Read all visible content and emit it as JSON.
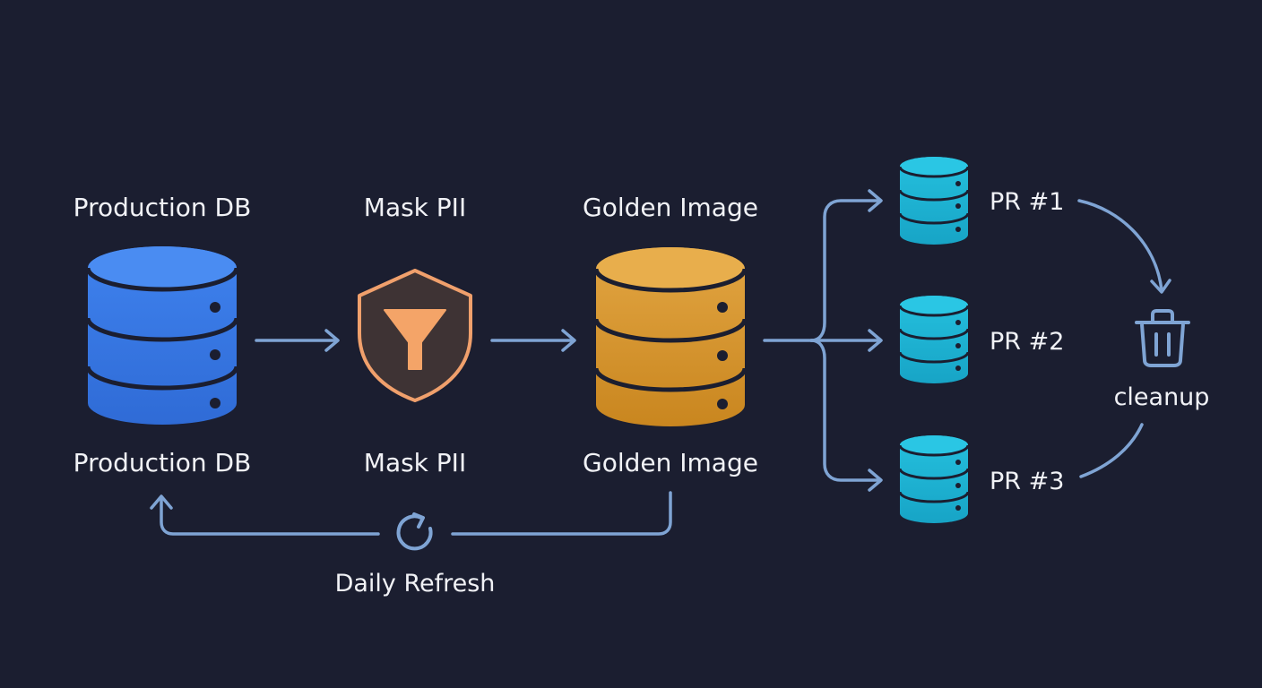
{
  "nodes": {
    "production": {
      "top_label": "Production DB",
      "bottom_label": "Production DB",
      "color": "#3b7ae4"
    },
    "mask": {
      "top_label": "Mask PII",
      "bottom_label": "Mask PII",
      "shield_fill": "#3e3334",
      "shield_stroke": "#f0a06c"
    },
    "golden": {
      "top_label": "Golden Image",
      "bottom_label": "Golden Image",
      "color": "#d99a2e"
    }
  },
  "pr_databases": [
    {
      "label": "PR #1"
    },
    {
      "label": "PR #2"
    },
    {
      "label": "PR #3"
    }
  ],
  "pr_color": "#1eb4d4",
  "cleanup": {
    "label": "cleanup",
    "icon": "trash-icon"
  },
  "refresh": {
    "label": "Daily Refresh",
    "icon": "refresh-icon"
  },
  "colors": {
    "background": "#1b1e30",
    "arrow": "#7fa4d4",
    "text": "#f1f2f6"
  }
}
